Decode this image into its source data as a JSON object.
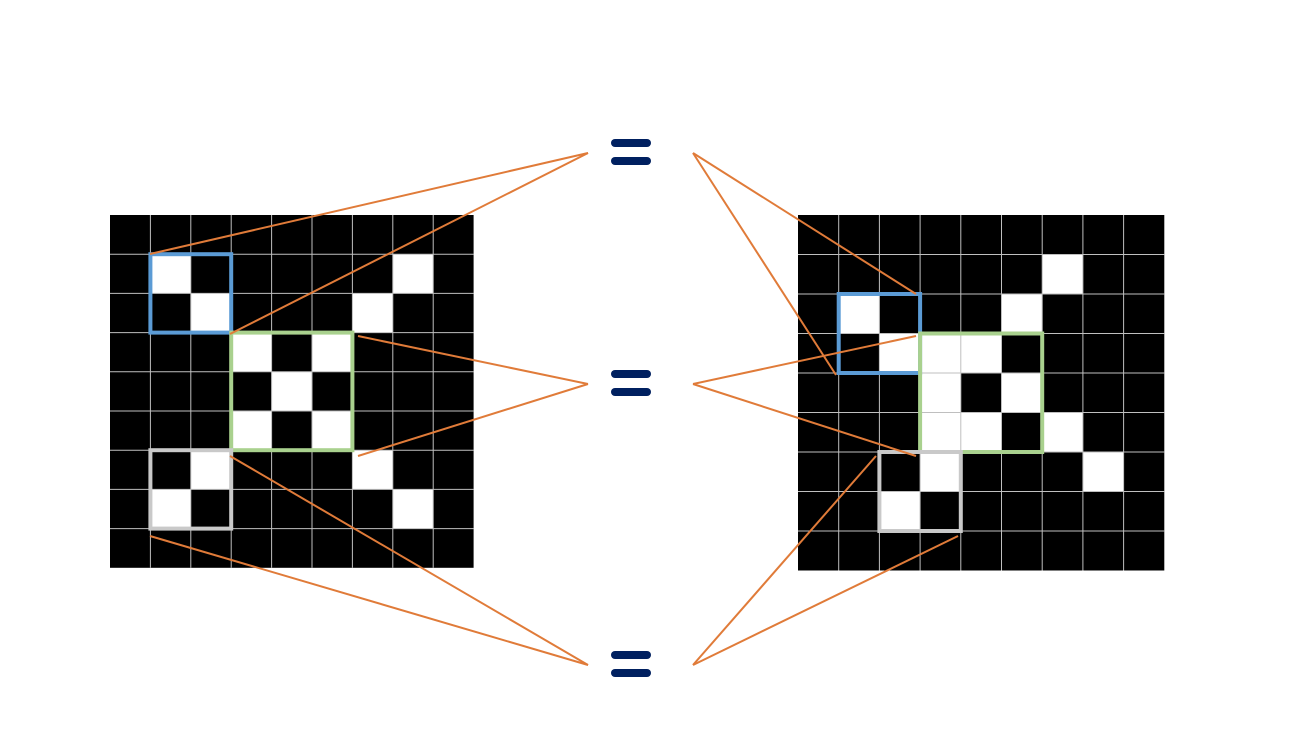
{
  "grids": [
    {
      "name": "left-grid",
      "rows": 9,
      "cols": 9,
      "cells": [
        "000000000",
        "010000010",
        "001000100",
        "000101000",
        "000010000",
        "000101000",
        "001000100",
        "010000010",
        "000000000"
      ],
      "highlights": [
        {
          "name": "blue-box",
          "color": "#5b9bd5",
          "row": 1,
          "col": 1,
          "size": 2
        },
        {
          "name": "green-box",
          "color": "#a9d18e",
          "row": 3,
          "col": 3,
          "size": 3
        },
        {
          "name": "gray-box",
          "color": "#c9c9c9",
          "row": 6,
          "col": 1,
          "size": 2
        }
      ]
    },
    {
      "name": "right-grid",
      "rows": 9,
      "cols": 9,
      "cells": [
        "000000000",
        "000000100",
        "010001000",
        "001110000",
        "000101000",
        "000110100",
        "000100010",
        "001000000",
        "000000000"
      ],
      "highlights": [
        {
          "name": "blue-box",
          "color": "#5b9bd5",
          "row": 2,
          "col": 1,
          "size": 2
        },
        {
          "name": "green-box",
          "color": "#a9d18e",
          "row": 3,
          "col": 3,
          "size": 3
        },
        {
          "name": "gray-box",
          "color": "#c9c9c9",
          "row": 6,
          "col": 2,
          "size": 2
        }
      ]
    }
  ],
  "equals": [
    {
      "name": "equals-top",
      "symbol": "="
    },
    {
      "name": "equals-middle",
      "symbol": "="
    },
    {
      "name": "equals-bottom",
      "symbol": "="
    }
  ],
  "colors": {
    "cell_on": "#ffffff",
    "cell_off": "#000000",
    "grid_line": "#bfbfbf",
    "connector": "#e07b39",
    "equals": "#002060"
  }
}
